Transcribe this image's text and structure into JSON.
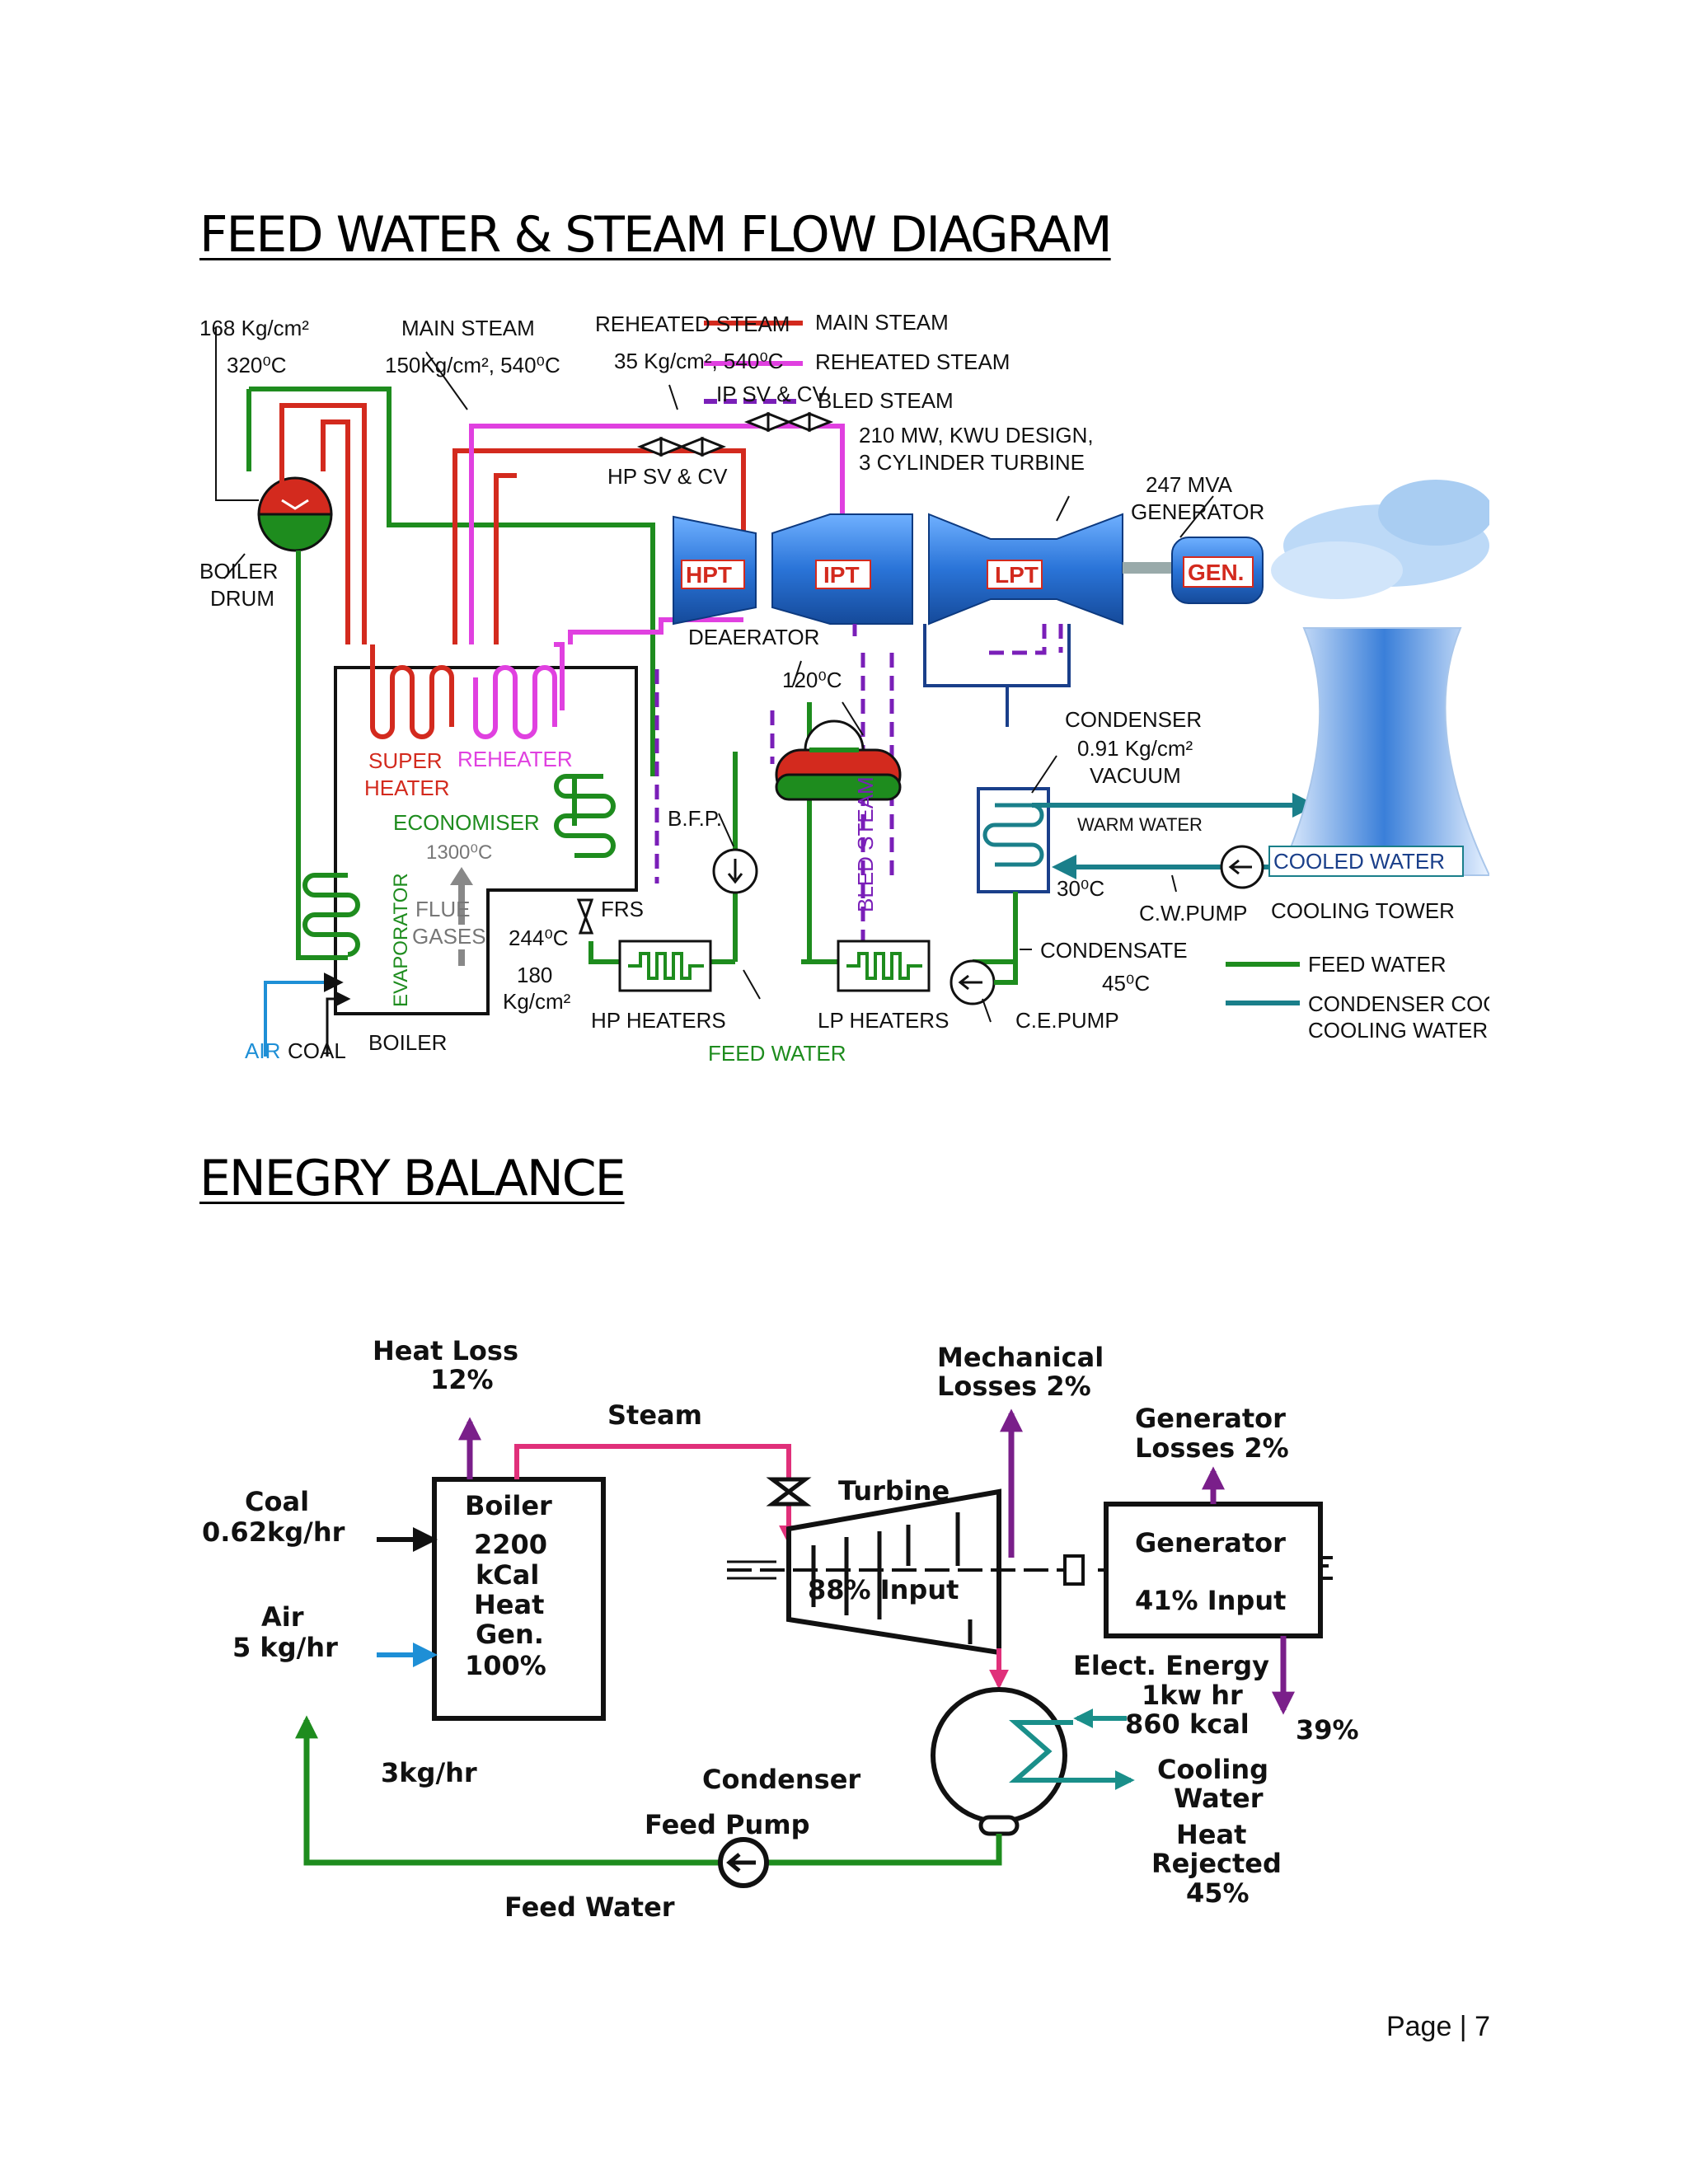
{
  "headings": {
    "flow": "FEED WATER & STEAM FLOW DIAGRAM",
    "energy": "ENEGRY BALANCE"
  },
  "flow_diagram": {
    "labels": {
      "drum_pressure": "168 Kg/cm²",
      "drum_temp": "320⁰C",
      "main_steam_title": "MAIN STEAM",
      "main_steam_cond": "150Kg/cm², 540⁰C",
      "reheated_title": "REHEATED STEAM",
      "reheated_cond": "35 Kg/cm², 540⁰C",
      "ip_valve": "IP SV & CV",
      "hp_valve": "HP SV & CV",
      "turbine_line1": "210 MW, KWU DESIGN,",
      "turbine_line2": "3 CYLINDER TURBINE",
      "gen_mva": "247 MVA",
      "gen_title": "GENERATOR",
      "boiler_drum_1": "BOILER",
      "boiler_drum_2": "DRUM",
      "hpt": "HPT",
      "ipt": "IPT",
      "lpt": "LPT",
      "gen": "GEN.",
      "deaerator": "DEAERATOR",
      "deaerator_temp": "120⁰C",
      "condenser": "CONDENSER",
      "condenser_pressure": "0.91 Kg/cm²",
      "vacuum": "VACUUM",
      "super_1": "SUPER",
      "super_2": "HEATER",
      "reheater": "REHEATER",
      "economiser": "ECONOMISER",
      "flue_temp": "1300⁰C",
      "flue_1": "FLUE",
      "flue_2": "GASES",
      "evaporator": "EVAPORATOR",
      "bfp": "B.F.P.",
      "frs": "FRS",
      "fw_temp": "244⁰C",
      "fw_pressure_1": "180",
      "fw_pressure_2": "Kg/cm²",
      "bled_steam_vertical": "BLED STEAM",
      "warm_water": "WARM WATER",
      "cooled_water": "COOLED WATER",
      "cw_temp": "30⁰C",
      "cw_pump": "C.W.PUMP",
      "cooling_tower": "COOLING TOWER",
      "condensate": "CONDENSATE",
      "condensate_temp": "45⁰C",
      "hp_heaters": "HP HEATERS",
      "lp_heaters": "LP HEATERS",
      "ce_pump": "C.E.PUMP",
      "feed_water": "FEED WATER",
      "air": "AIR",
      "coal": "COAL",
      "boiler": "BOILER"
    },
    "legend": [
      {
        "label": "MAIN STEAM",
        "color": "#d32a1e",
        "style": "solid"
      },
      {
        "label": "REHEATED STEAM",
        "color": "#e040e0",
        "style": "solid"
      },
      {
        "label": "BLED STEAM",
        "color": "#7a1fb8",
        "style": "dashed"
      },
      {
        "label": "FEED WATER",
        "color": "#1e8c1e",
        "style": "solid"
      },
      {
        "label": "CONDENSER COOLING WATER",
        "color": "#1a7f8a",
        "style": "solid"
      }
    ],
    "colors": {
      "main_steam": "#d32a1e",
      "reheated": "#e040e0",
      "bled": "#7a1fb8",
      "feed": "#1e8c1e",
      "cooling": "#1a7f8a",
      "turbine": "#2a74d8"
    }
  },
  "energy_diagram": {
    "labels": {
      "heat_loss_1": "Heat Loss",
      "heat_loss_2": "12%",
      "steam": "Steam",
      "mech_1": "Mechanical",
      "mech_2": "Losses 2%",
      "gen_loss_1": "Generator",
      "gen_loss_2": "Losses 2%",
      "coal_1": "Coal",
      "coal_2": "0.62kg/hr",
      "air_1": "Air",
      "air_2": "5 kg/hr",
      "boiler": "Boiler",
      "boiler_2200": "2200",
      "boiler_kcal": "kCal",
      "boiler_heat": "Heat",
      "boiler_gen": "Gen.",
      "boiler_pct": "100%",
      "turbine": "Turbine",
      "turbine_input": "88% Input",
      "generator": "Generator",
      "generator_input": "41% Input",
      "elect_1": "Elect. Energy",
      "elect_2": "1kw hr",
      "elect_3": "860 kcal",
      "elect_pct": "39%",
      "feed_rate": "3kg/hr",
      "condenser": "Condenser",
      "feed_pump": "Feed Pump",
      "cooling_1": "Cooling",
      "cooling_2": "Water",
      "heat_rej_1": "Heat",
      "heat_rej_2": "Rejected",
      "heat_rej_3": "45%",
      "feed_water": "Feed Water"
    }
  },
  "footer": {
    "page_label": "Page | 7"
  }
}
